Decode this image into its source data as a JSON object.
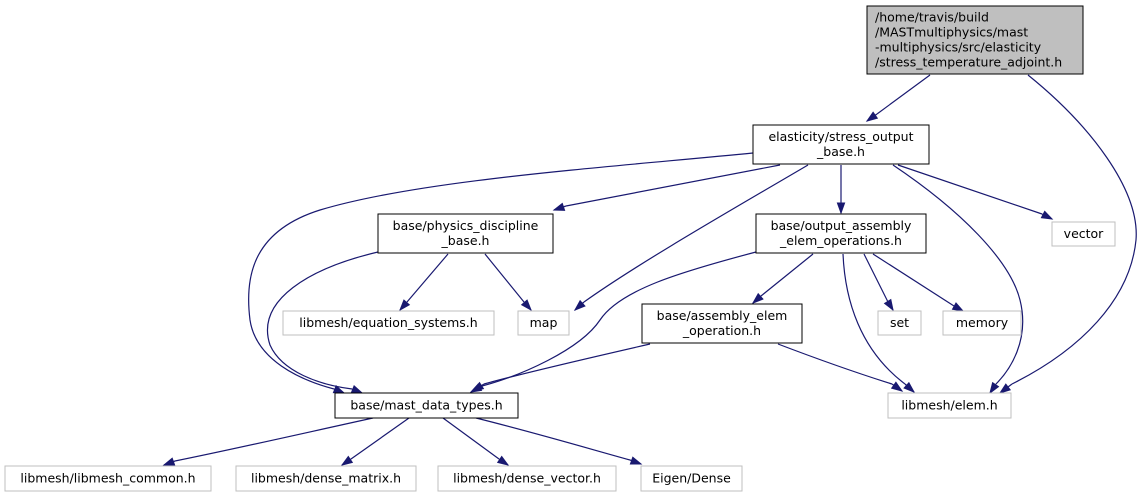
{
  "nodes": {
    "root": {
      "lines": [
        "/home/travis/build",
        "/MASTmultiphysics/mast",
        "-multiphysics/src/elasticity",
        "/stress_temperature_adjoint.h"
      ]
    },
    "stress_output": {
      "lines": [
        "elasticity/stress_output",
        "_base.h"
      ]
    },
    "physics": {
      "lines": [
        "base/physics_discipline",
        "_base.h"
      ]
    },
    "output_assembly": {
      "lines": [
        "base/output_assembly",
        "_elem_operations.h"
      ]
    },
    "vector": {
      "lines": [
        "vector"
      ]
    },
    "eq_systems": {
      "lines": [
        "libmesh/equation_systems.h"
      ]
    },
    "map": {
      "lines": [
        "map"
      ]
    },
    "assembly_elem": {
      "lines": [
        "base/assembly_elem",
        "_operation.h"
      ]
    },
    "set": {
      "lines": [
        "set"
      ]
    },
    "memory": {
      "lines": [
        "memory"
      ]
    },
    "mast_data": {
      "lines": [
        "base/mast_data_types.h"
      ]
    },
    "elem": {
      "lines": [
        "libmesh/elem.h"
      ]
    },
    "libmesh_common": {
      "lines": [
        "libmesh/libmesh_common.h"
      ]
    },
    "dense_matrix": {
      "lines": [
        "libmesh/dense_matrix.h"
      ]
    },
    "dense_vector": {
      "lines": [
        "libmesh/dense_vector.h"
      ]
    },
    "eigen_dense": {
      "lines": [
        "Eigen/Dense"
      ]
    }
  },
  "colors": {
    "edge": "#191970",
    "root_fill": "#bfbfbf",
    "node_border": "#000000",
    "external_border": "#bfbfbf"
  }
}
